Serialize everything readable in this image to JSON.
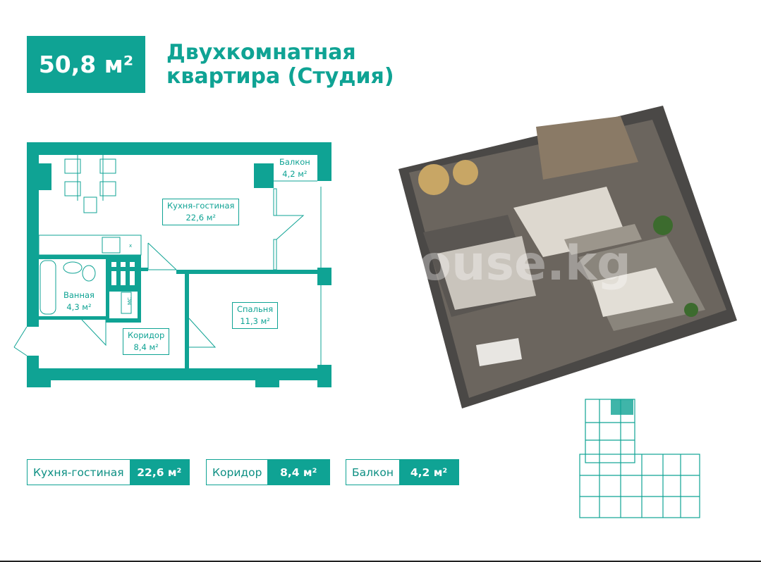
{
  "header": {
    "area": "50,8 м²",
    "title_line1": "Двухкомнатная",
    "title_line2": "квартира (Студия)"
  },
  "plan": {
    "rooms": [
      {
        "name": "Кухня-гостиная",
        "area": "22,6 м²"
      },
      {
        "name": "Балкон",
        "area": "4,2 м²"
      },
      {
        "name": "Ванная",
        "area": "4,3 м²"
      },
      {
        "name": "Спальня",
        "area": "11,3 м²"
      },
      {
        "name": "Коридор",
        "area": "8,4 м²"
      }
    ],
    "wc_label": "МС",
    "x_mark": "x"
  },
  "chips": [
    {
      "name": "Кухня-гостиная",
      "area": "22,6 м²"
    },
    {
      "name": "Коридор",
      "area": "8,4 м²"
    },
    {
      "name": "Балкон",
      "area": "4,2 м²"
    }
  ],
  "watermark": "house.kg",
  "colors": {
    "accent": "#0fa394"
  }
}
